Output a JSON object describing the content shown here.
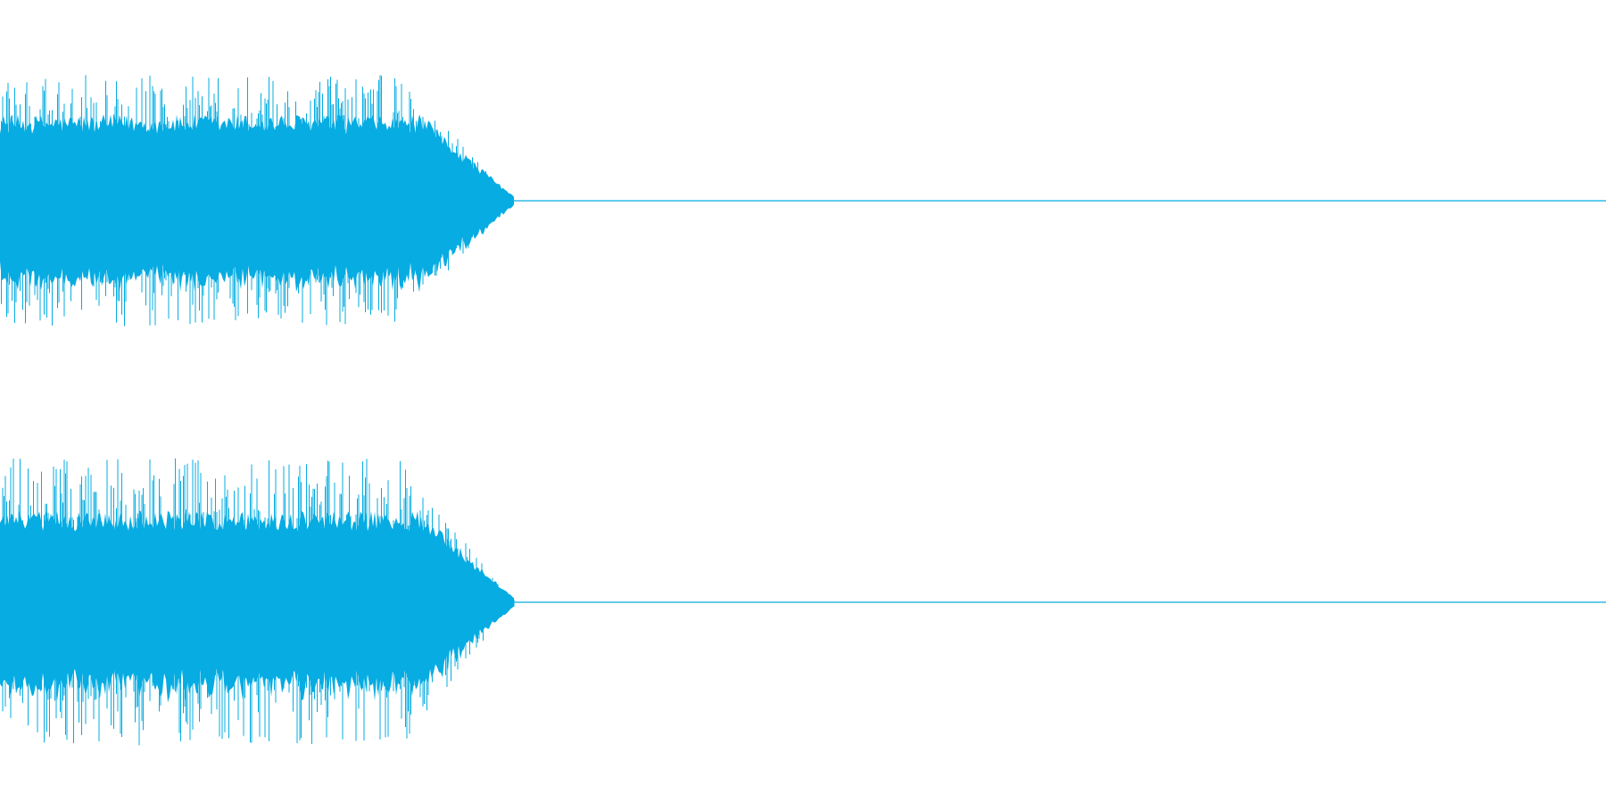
{
  "waveform": {
    "color": "#06ACE2",
    "background": "#FFFFFF",
    "channels": [
      {
        "id": "channel-1",
        "sound_end_fraction": 0.32,
        "peak_amplitude": 0.88,
        "sustain_amplitude": 0.55
      },
      {
        "id": "channel-2",
        "sound_end_fraction": 0.32,
        "peak_amplitude": 0.95,
        "sustain_amplitude": 0.55
      }
    ]
  }
}
